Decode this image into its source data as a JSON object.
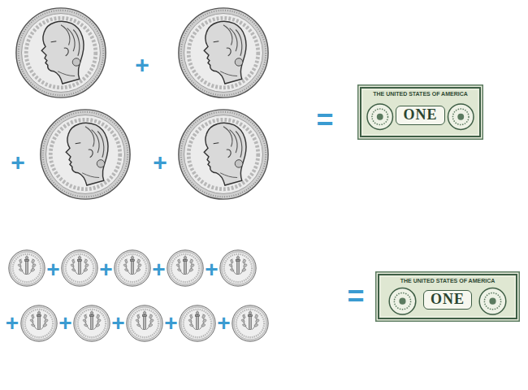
{
  "diagram": {
    "nodes": [
      {
        "text": [
          "THE UNITED STATES OF AMERICA",
          "ONE"
        ]
      },
      {
        "text": [
          "THE UNITED STATES OF AMERICA",
          "ONE"
        ]
      }
    ],
    "labels": [
      "+",
      "+",
      "+",
      "=",
      "+",
      "+",
      "+",
      "+",
      "=",
      "+",
      "+",
      "+",
      "+",
      "+"
    ]
  }
}
